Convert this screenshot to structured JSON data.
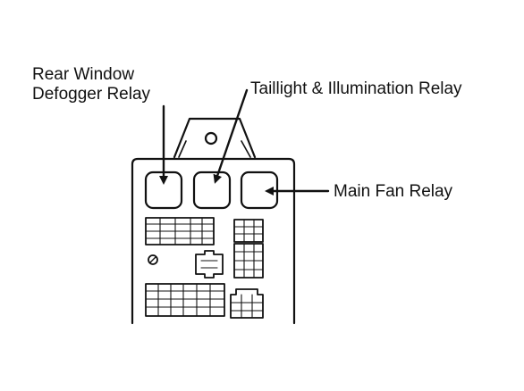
{
  "labels": {
    "rear_window_defogger_relay_line1": "Rear Window",
    "rear_window_defogger_relay_line2": "Defogger Relay",
    "taillight_illumination_relay": "Taillight & Illumination Relay",
    "main_fan_relay": "Main Fan Relay"
  },
  "colors": {
    "ink": "#111111",
    "background": "#ffffff"
  }
}
